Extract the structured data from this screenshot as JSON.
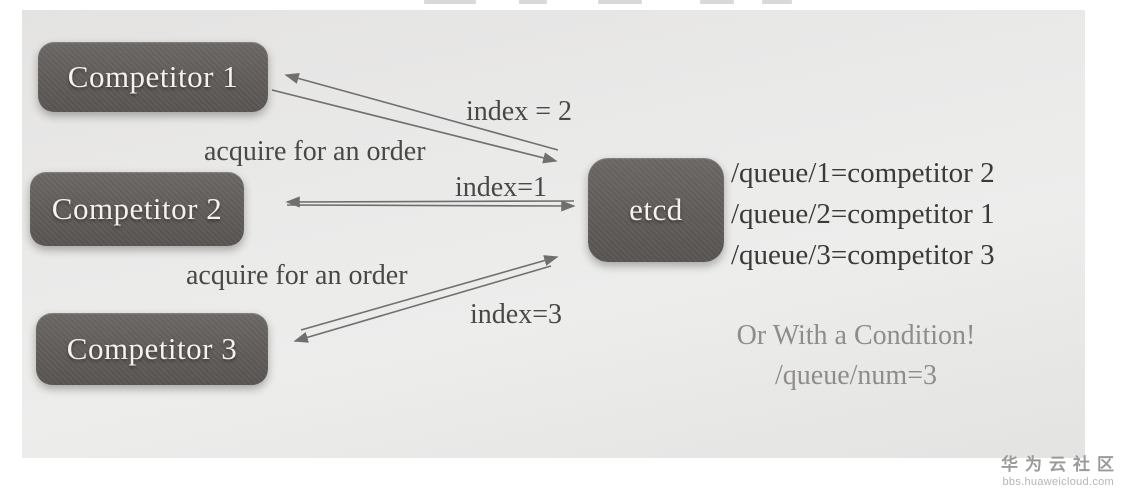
{
  "diagram": {
    "nodes": [
      {
        "id": "competitor1",
        "label": "Competitor 1"
      },
      {
        "id": "competitor2",
        "label": "Competitor 2"
      },
      {
        "id": "competitor3",
        "label": "Competitor 3"
      },
      {
        "id": "etcd",
        "label": "etcd"
      }
    ],
    "edge_labels": {
      "competitor1_index": "index = 2",
      "competitor1_acquire": "acquire for an order",
      "competitor2_index": "index=1",
      "competitor3_acquire": "acquire for an order",
      "competitor3_index": "index=3"
    },
    "edges": [
      {
        "from": "competitor1",
        "to": "etcd",
        "type": "request-response-pair",
        "label": "acquire for an order / index = 2"
      },
      {
        "from": "competitor2",
        "to": "etcd",
        "type": "request-response-pair",
        "label": "index=1"
      },
      {
        "from": "competitor3",
        "to": "etcd",
        "type": "request-response-pair",
        "label": "acquire for an order / index=3"
      }
    ],
    "queue_entries": [
      "/queue/1=competitor 2",
      "/queue/2=competitor 1",
      "/queue/3=competitor 3"
    ],
    "condition": {
      "line1": "Or With a Condition!",
      "line2": "/queue/num=3"
    }
  },
  "watermark": {
    "title": "华为云社区",
    "url": "bbs.huaweicloud.com"
  },
  "colors": {
    "node_fill": "#625e5c",
    "node_text": "#f4f2ef",
    "panel_bg": "#e9e8e7",
    "edge_label_text": "#4a4846",
    "queue_text": "#3c3a38",
    "condition_text": "#8f8d8b",
    "arrow": "#6f6f6f",
    "watermark_title": "#9a9a9a",
    "watermark_url": "#b5b5b5"
  }
}
